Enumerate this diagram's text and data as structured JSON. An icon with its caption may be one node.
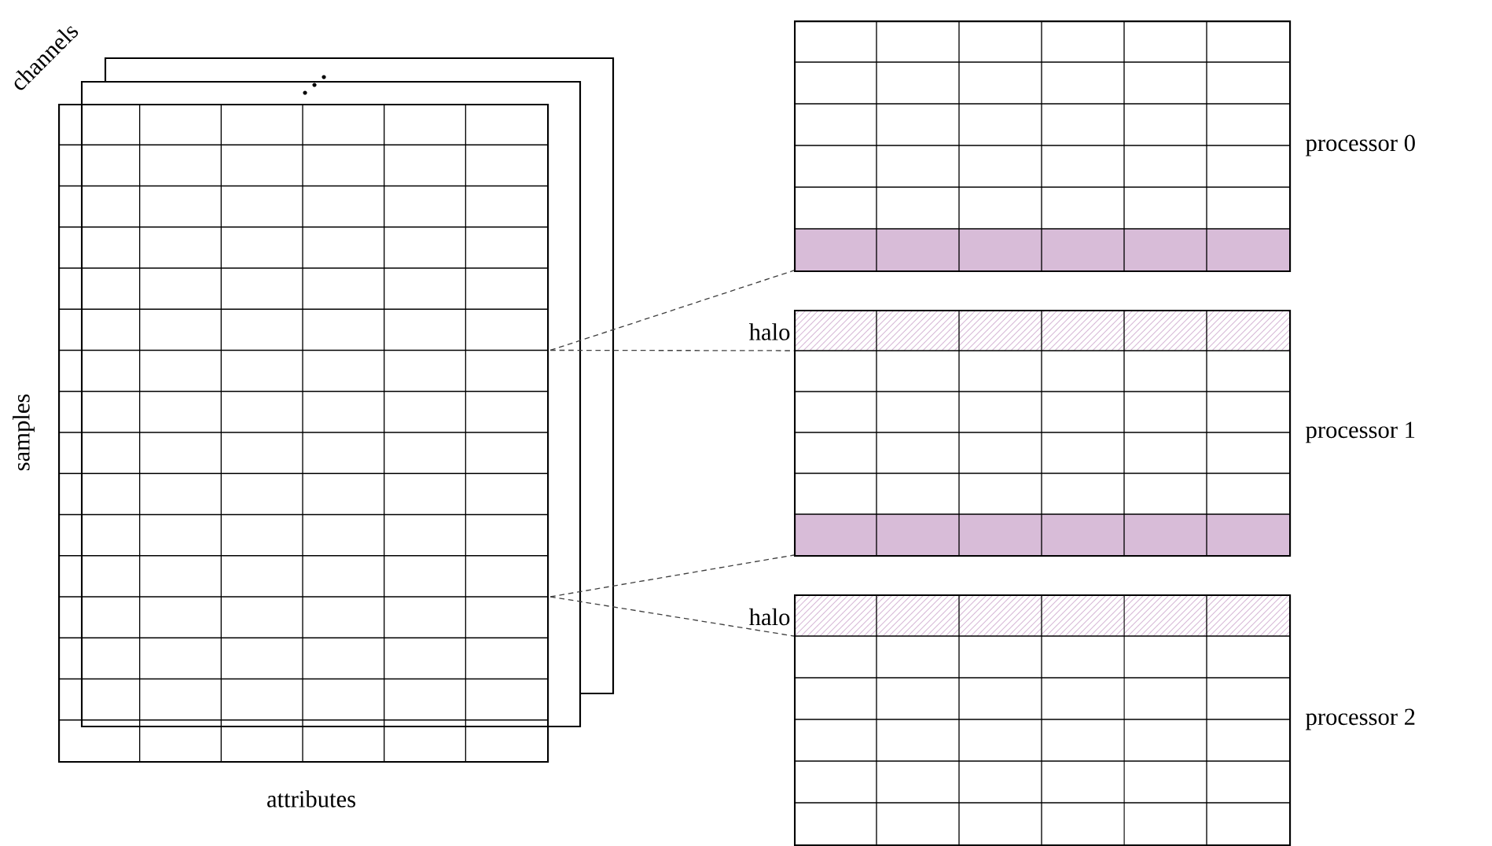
{
  "diagram": {
    "nodes": [
      {
        "text": [],
        "shape": "box"
      },
      {
        "text": [],
        "shape": "box",
        "beside": [
          "processor 0"
        ]
      },
      {
        "text": [],
        "shape": "box",
        "beside": [
          "processor 1",
          "halo"
        ]
      },
      {
        "text": [],
        "shape": "box",
        "beside": [
          "processor 2",
          "halo"
        ]
      }
    ],
    "edges": [
      {
        "from": 0,
        "to": 1,
        "arrow": "none",
        "style": "dashed"
      },
      {
        "from": 0,
        "to": 2,
        "arrow": "none",
        "style": "dashed"
      },
      {
        "from": 0,
        "to": 2,
        "arrow": "none",
        "style": "dashed"
      },
      {
        "from": 0,
        "to": 3,
        "arrow": "none",
        "style": "dashed"
      }
    ],
    "labels": [
      "channels",
      "samples",
      "attributes"
    ]
  }
}
